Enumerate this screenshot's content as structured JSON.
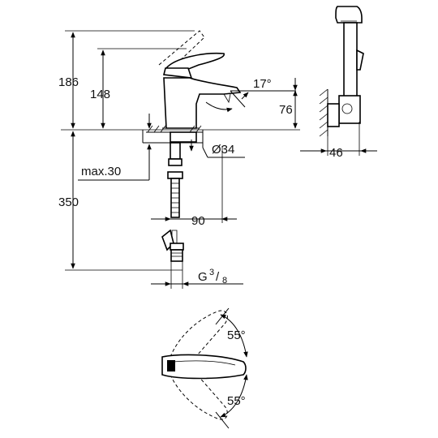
{
  "dimensions": {
    "total_height": "186",
    "spout_height": "148",
    "spout_angle": "17°",
    "spout_reach_height": "76",
    "base_diameter": "Ø34",
    "max_thickness": "max.30",
    "hose_length": "350",
    "hose_offset": "90",
    "thread_prefix": "G",
    "thread_num": "3",
    "thread_den": "8",
    "holder_width": "46",
    "lever_angle_top": "55°",
    "lever_angle_bottom": "55°"
  }
}
